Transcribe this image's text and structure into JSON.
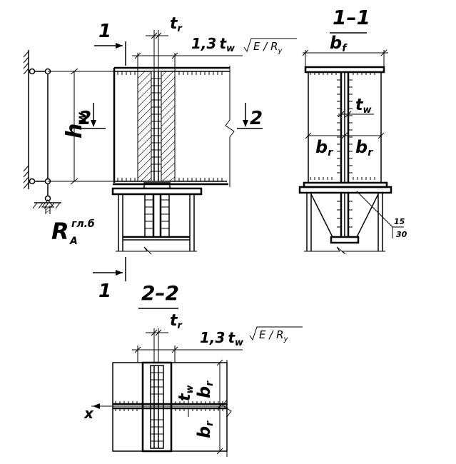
{
  "labels": {
    "section_1_1": "1–1",
    "section_2_2": "2–2",
    "section_mark_1": "1",
    "section_mark_2": "2",
    "hw": "h",
    "hw_sub": "w",
    "tr": "t",
    "tr_sub": "r",
    "tw": "t",
    "tw_sub": "w",
    "bf": "b",
    "bf_sub": "f",
    "br": "b",
    "br_sub": "r",
    "coef": "1,3",
    "root_body": "E / R",
    "root_sub": "y",
    "reaction": "R",
    "reaction_sub": "A",
    "reaction_sup": "гл.б",
    "angle_top": "15",
    "angle_bottom": "30",
    "axis_x": "x"
  },
  "colors": {
    "line": "#000000",
    "background": "#ffffff"
  }
}
